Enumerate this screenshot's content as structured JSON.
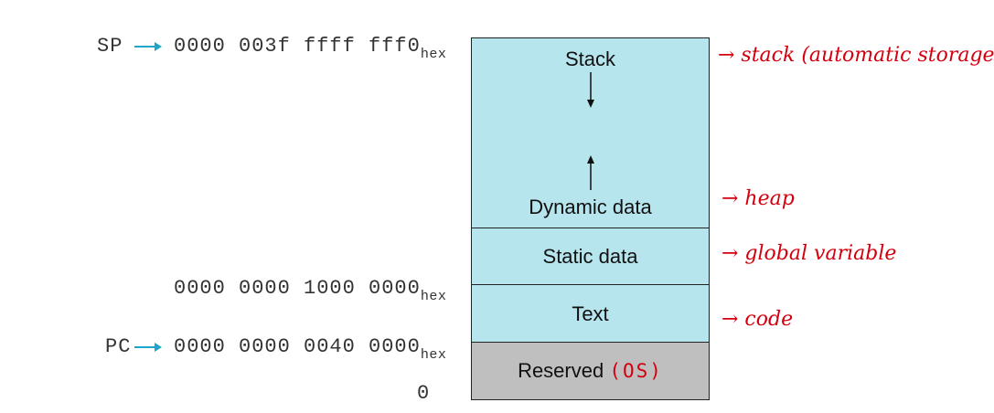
{
  "registers": {
    "sp": "SP",
    "pc": "PC"
  },
  "addresses": {
    "stack_top": "0000 003f ffff fff0",
    "static_start": "0000 0000 1000 0000",
    "text_start": "0000 0000 0040 0000",
    "zero": "0",
    "hex_suffix": "hex"
  },
  "segments": {
    "stack": "Stack",
    "dynamic": "Dynamic data",
    "static": "Static data",
    "text": "Text",
    "reserved": "Reserved"
  },
  "annotations": {
    "os": "(OS)",
    "stack": "→ stack (automatic storage)",
    "heap": "→ heap",
    "global": "→ global variable",
    "code": "→ code"
  },
  "colors": {
    "segment_fill": "#b7e5ee",
    "reserved_fill": "#bfbfbf",
    "pointer_arrow": "#1ea6c8",
    "annotation": "#d4000f"
  }
}
